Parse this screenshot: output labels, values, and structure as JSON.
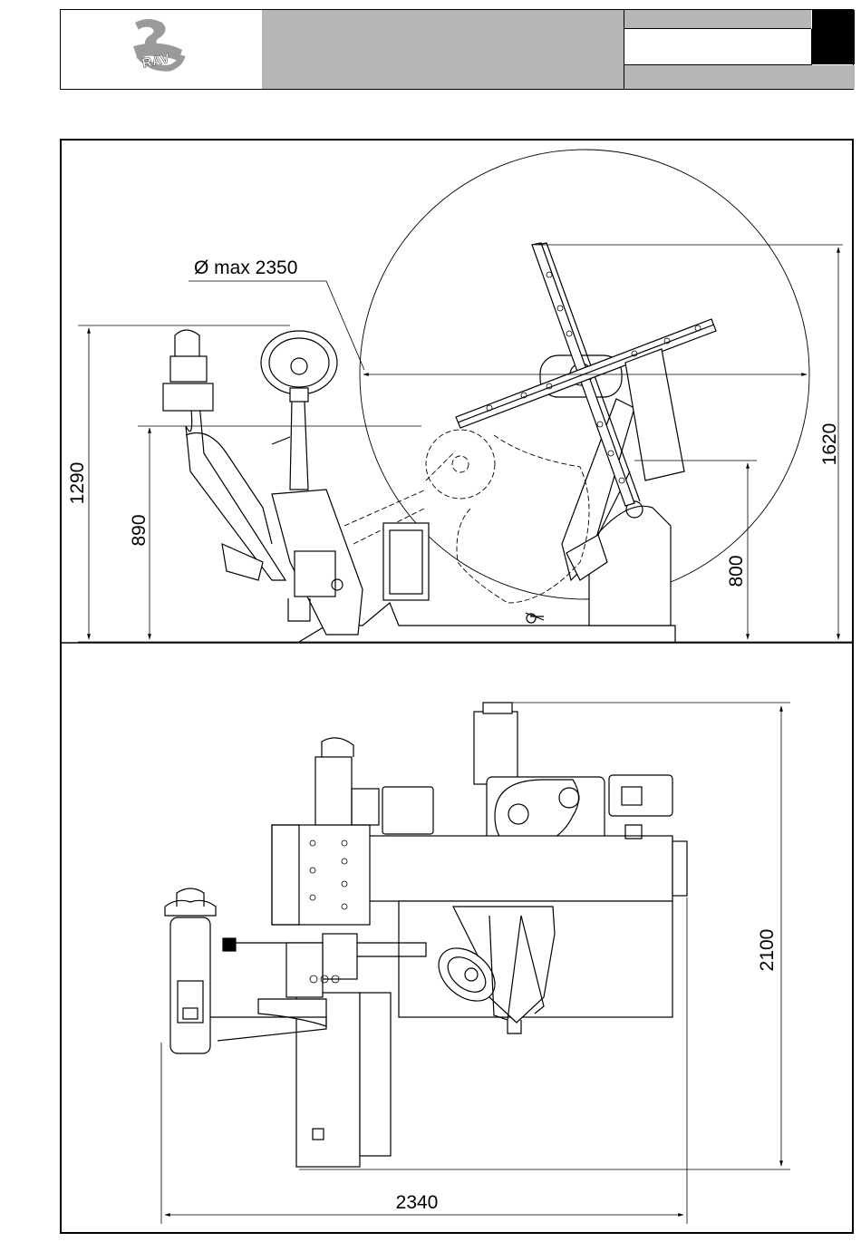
{
  "header": {
    "logo_text": "RAV",
    "colors": {
      "gray": "#b7b7b7",
      "black": "#000000"
    }
  },
  "drawing": {
    "diameter_label": "Ø max 2350",
    "dim_height_total": "1290",
    "dim_height_arm": "890",
    "dim_height_tyre": "800",
    "dim_height_max": "1620",
    "dim_depth": "2100",
    "dim_width": "2340"
  }
}
